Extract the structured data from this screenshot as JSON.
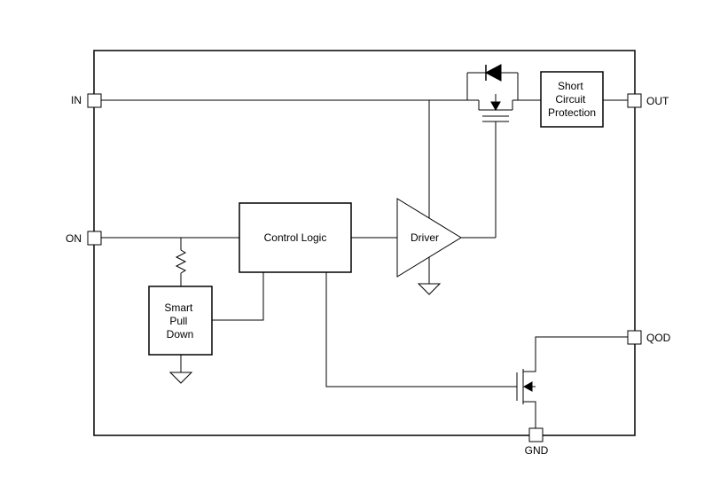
{
  "pins": {
    "in": "IN",
    "on": "ON",
    "out": "OUT",
    "qod": "QOD",
    "gnd": "GND"
  },
  "blocks": {
    "control_logic": "Control Logic",
    "driver": "Driver",
    "short_circuit": [
      "Short",
      "Circuit",
      "Protection"
    ],
    "smart_pull_down": [
      "Smart",
      "Pull",
      "Down"
    ]
  }
}
